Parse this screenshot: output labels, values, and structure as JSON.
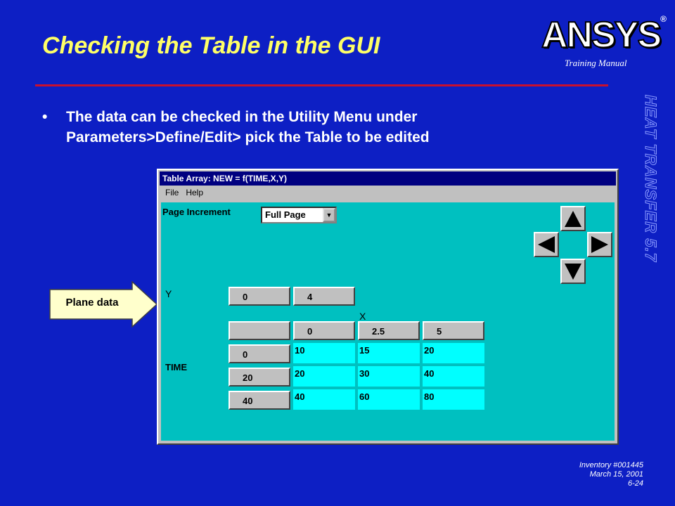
{
  "slide": {
    "title": "Checking the Table in the GUI",
    "logo": "ANSYS",
    "logo_reg": "®",
    "training": "Training Manual",
    "side_text": "HEAT TRANSFER 5.7",
    "bullet_symbol": "•",
    "bullet_line1": "The data can  be checked in the Utility Menu under",
    "bullet_line2": "Parameters>Define/Edit> pick the Table to be edited",
    "callout_label": "Plane data",
    "footer": {
      "inventory": "Inventory #001445",
      "date": "March 15, 2001",
      "page": "6-24"
    }
  },
  "window": {
    "title": "Table Array: NEW = f(TIME,X,Y)",
    "menu": {
      "file": "File",
      "help": "Help"
    },
    "page_increment_label": "Page Increment",
    "page_increment_value": "Full Page",
    "y_label": "Y",
    "x_label": "X",
    "time_label": "TIME",
    "y_values": [
      "0",
      "4"
    ],
    "x_values": [
      "0",
      "2.5",
      "5"
    ],
    "time_values": [
      "0",
      "20",
      "40"
    ],
    "rows": [
      [
        "10",
        "15",
        "20"
      ],
      [
        "20",
        "30",
        "40"
      ],
      [
        "40",
        "60",
        "80"
      ]
    ]
  },
  "icons": {
    "up": "arrow-up-icon",
    "down": "arrow-down-icon",
    "left": "arrow-left-icon",
    "right": "arrow-right-icon"
  },
  "colors": {
    "background": "#0d1fc4",
    "title": "#ffff66",
    "rule": "#c8102e",
    "client": "#00c0c0",
    "cell": "#00ffff"
  }
}
